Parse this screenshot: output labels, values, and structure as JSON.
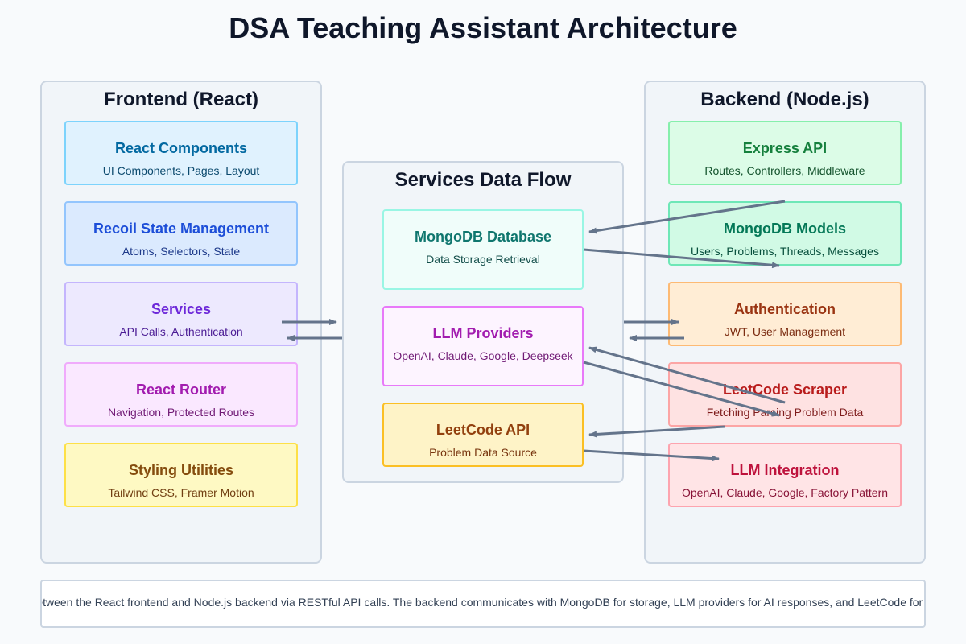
{
  "title": "DSA Teaching Assistant Architecture",
  "frontend": {
    "title": "Frontend (React)",
    "boxes": [
      {
        "title": "React Components",
        "subtitle": "UI Components, Pages, Layout",
        "bg": "#e0f2fe",
        "border": "#7dd3fc",
        "color": "#0369a1",
        "sub_color": "#0c4a6e"
      },
      {
        "title": "Recoil State Management",
        "subtitle": "Atoms, Selectors, State",
        "bg": "#dbeafe",
        "border": "#93c5fd",
        "color": "#1d4ed8",
        "sub_color": "#1e3a8a"
      },
      {
        "title": "Services",
        "subtitle": "API Calls, Authentication",
        "bg": "#ede9fe",
        "border": "#c4b5fd",
        "color": "#6d28d9",
        "sub_color": "#4c1d95"
      },
      {
        "title": "React Router",
        "subtitle": "Navigation, Protected Routes",
        "bg": "#fae8ff",
        "border": "#f0abfc",
        "color": "#a21caf",
        "sub_color": "#701a75"
      },
      {
        "title": "Styling Utilities",
        "subtitle": "Tailwind CSS, Framer Motion",
        "bg": "#fef9c3",
        "border": "#fde047",
        "color": "#854d0e",
        "sub_color": "#713f12"
      }
    ]
  },
  "services": {
    "title": "Services Data Flow",
    "boxes": [
      {
        "title": "MongoDB Database",
        "subtitle": "Data Storage Retrieval",
        "bg": "#f0fdfa",
        "border": "#99f6e4",
        "color": "#0f766e",
        "sub_color": "#134e4a"
      },
      {
        "title": "LLM Providers",
        "subtitle": "OpenAI, Claude, Google, Deepseek",
        "bg": "#fdf4ff",
        "border": "#e879f9",
        "color": "#a21caf",
        "sub_color": "#701a75"
      },
      {
        "title": "LeetCode API",
        "subtitle": "Problem Data Source",
        "bg": "#fef3c7",
        "border": "#fbbf24",
        "color": "#92400e",
        "sub_color": "#78350f"
      }
    ]
  },
  "backend": {
    "title": "Backend (Node.js)",
    "boxes": [
      {
        "title": "Express API",
        "subtitle": "Routes, Controllers, Middleware",
        "bg": "#dcfce7",
        "border": "#86efac",
        "color": "#15803d",
        "sub_color": "#14532d"
      },
      {
        "title": "MongoDB Models",
        "subtitle": "Users, Problems, Threads, Messages",
        "bg": "#d1fae5",
        "border": "#6ee7b7",
        "color": "#047857",
        "sub_color": "#064e3b"
      },
      {
        "title": "Authentication",
        "subtitle": "JWT, User Management",
        "bg": "#ffedd5",
        "border": "#fdba74",
        "color": "#9a3412",
        "sub_color": "#7c2d12"
      },
      {
        "title": "LeetCode Scraper",
        "subtitle": "Fetching Parsing Problem Data",
        "bg": "#fee2e2",
        "border": "#fca5a5",
        "color": "#b91c1c",
        "sub_color": "#7f1d1d"
      },
      {
        "title": "LLM Integration",
        "subtitle": "OpenAI, Claude, Google, Factory Pattern",
        "bg": "#ffe4e6",
        "border": "#fda4af",
        "color": "#be123c",
        "sub_color": "#881337"
      }
    ]
  },
  "footer": {
    "text": "Data flows between the React frontend and Node.js backend via RESTful API calls. The backend communicates with MongoDB for storage, LLM providers for AI responses, and LeetCode for problem data."
  },
  "colors": {
    "arrow": "#64748b"
  }
}
